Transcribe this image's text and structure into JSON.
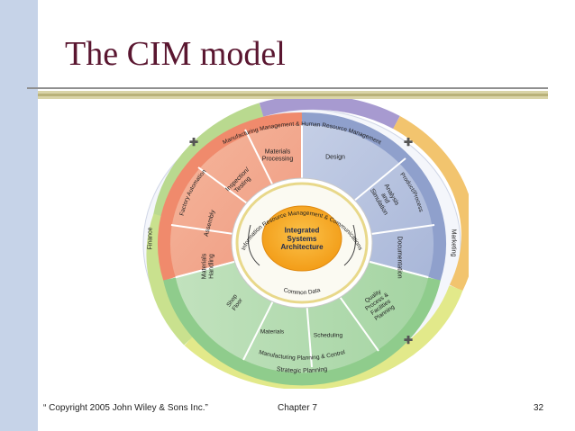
{
  "title": "The CIM model",
  "footer": {
    "copyright": "“ Copyright 2005 John Wiley & Sons Inc.”",
    "chapter": "Chapter 7",
    "page": "32"
  },
  "diagram": {
    "center": [
      "Integrated",
      "Systems",
      "Architecture"
    ],
    "inner_ring_top": "Information Resource Management & Communications",
    "inner_ring_bottom": "Common Data",
    "left_segments": [
      [
        "Materials",
        "Processing"
      ],
      [
        "Inspection/",
        "Testing"
      ],
      [
        "Assembly"
      ],
      [
        "Materials",
        "Handling"
      ]
    ],
    "left_outer": "Factory Automation",
    "right_segments": [
      [
        "Design"
      ],
      [
        "Analysis",
        "and",
        "Simulation"
      ],
      [
        "Documentation"
      ]
    ],
    "right_outer": "Product/Process",
    "bottom_segments": [
      [
        "Shop",
        "Floor"
      ],
      [
        "Materials"
      ],
      [
        "Scheduling"
      ],
      [
        "Quality",
        "Process &",
        "Facilities",
        "Planning"
      ]
    ],
    "bottom_outer": "Manufacturing Planning & Control",
    "outer_top": "Manufacturing Management & Human Resource Management",
    "outer_left": "Finance",
    "outer_right": "Marketing",
    "outer_bottom": "Strategic Planning"
  },
  "colors": {
    "title": "#5a1630",
    "left_quadrant": "#f2a488",
    "right_quadrant": "#b7c3df",
    "bottom_quadrant": "#b7dcb4",
    "center": "#f7a520"
  }
}
